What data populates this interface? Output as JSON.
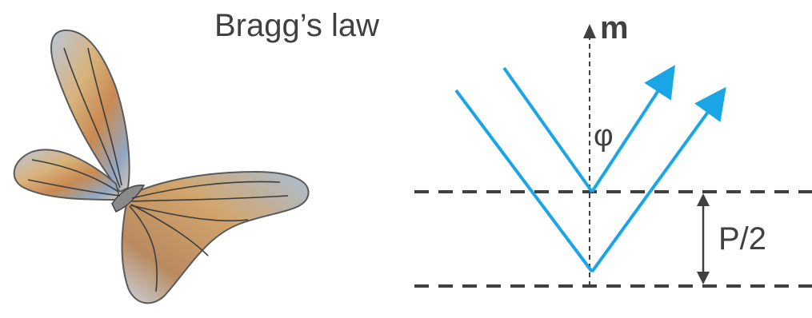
{
  "title": "Bragg’s law",
  "labels": {
    "normal_vector": "m",
    "angle": "φ",
    "spacing": "P/2"
  },
  "illustration": {
    "subject": "iridescent butterfly",
    "icon": "butterfly-icon"
  },
  "colors": {
    "ray": "#1aa6e6",
    "plane": "#404040",
    "text": "#404040",
    "normal": "#404040"
  }
}
